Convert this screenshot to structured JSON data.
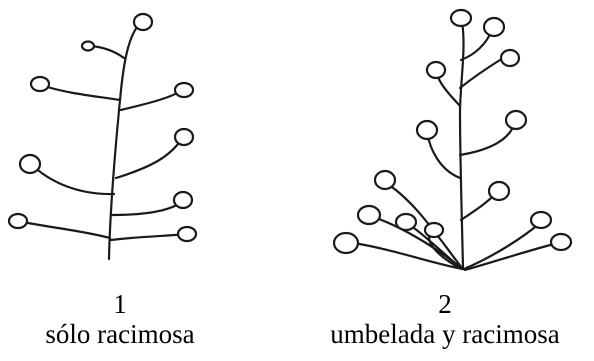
{
  "figures": [
    {
      "number": "1",
      "caption": "sólo racimosa"
    },
    {
      "number": "2",
      "caption": "umbelada y racimosa"
    }
  ]
}
